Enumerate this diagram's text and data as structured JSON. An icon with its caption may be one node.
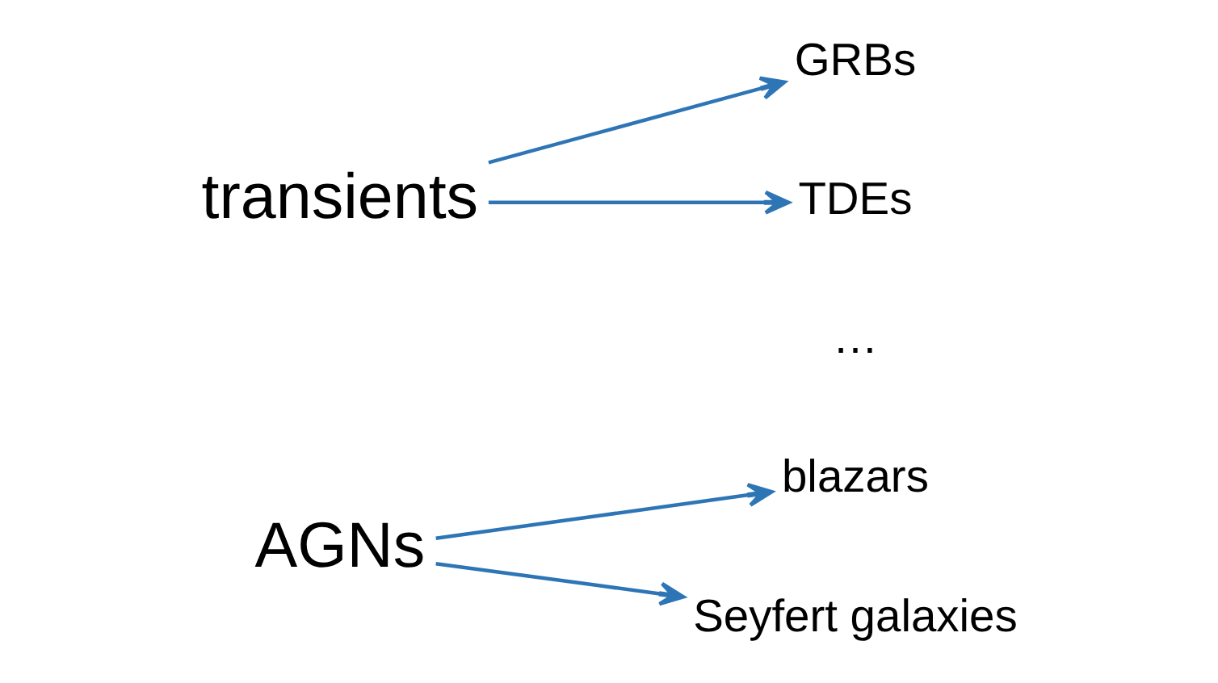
{
  "diagram": {
    "nodes": [
      {
        "text": [
          "AGNs"
        ]
      },
      {
        "text": [
          "blazars"
        ]
      },
      {
        "text": [
          "Seyfert galaxies"
        ]
      },
      {
        "text": [
          "transients"
        ]
      },
      {
        "text": [
          "GRBs"
        ]
      },
      {
        "text": [
          "TDEs"
        ]
      }
    ],
    "edges": [
      {
        "from": 0,
        "to": 1,
        "arrow": "to"
      },
      {
        "from": 0,
        "to": 2,
        "arrow": "to"
      },
      {
        "from": 3,
        "to": 4,
        "arrow": "to"
      },
      {
        "from": 3,
        "to": 5,
        "arrow": "to"
      }
    ],
    "labels": [
      "…"
    ]
  }
}
